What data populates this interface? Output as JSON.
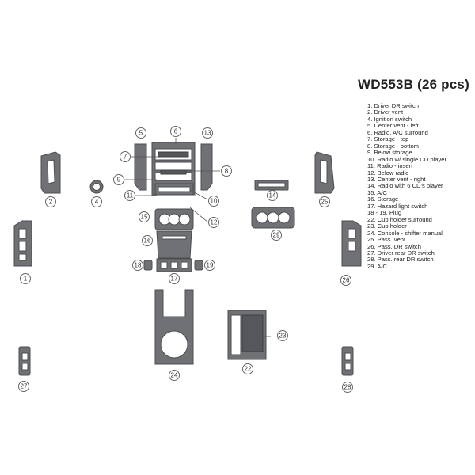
{
  "title": "WD553B (26 pcs)",
  "legend": [
    "1. Driver DR switch",
    "2. Driver vent",
    "4. Ignition switch",
    "5. Center  vent - left",
    "6. Radio, A/C  surround",
    "7. Storage - top",
    "8. Storage - bottom",
    "9. Below storage",
    "10. Radio w/ single CD player",
    "11. Radio - insert",
    "12. Below radio",
    "13. Center vent - right",
    "14. Radio with 6 CD's player",
    "15. A/C",
    "16. Storage",
    "17. Hazard light switch",
    "18 - 19. Plug",
    "22. Cup holder surround",
    "23. Cup holder",
    "24. Console - shifter manual",
    "25. Pass. vent",
    "26. Pass. DR switch",
    "27. Driver rear DR switch",
    "28. Pass. rear DR switch",
    "29. A/C"
  ],
  "callouts": {
    "c1": "1",
    "c2": "2",
    "c4": "4",
    "c5": "5",
    "c6": "6",
    "c7": "7",
    "c8": "8",
    "c9": "9",
    "c10": "10",
    "c11": "11",
    "c12": "12",
    "c13": "13",
    "c14": "14",
    "c15": "15",
    "c16": "16",
    "c17": "17",
    "c18": "18",
    "c19": "19",
    "c22": "22",
    "c23": "23",
    "c24": "24",
    "c25": "25",
    "c26": "26",
    "c27": "27",
    "c28": "28",
    "c29": "29"
  }
}
